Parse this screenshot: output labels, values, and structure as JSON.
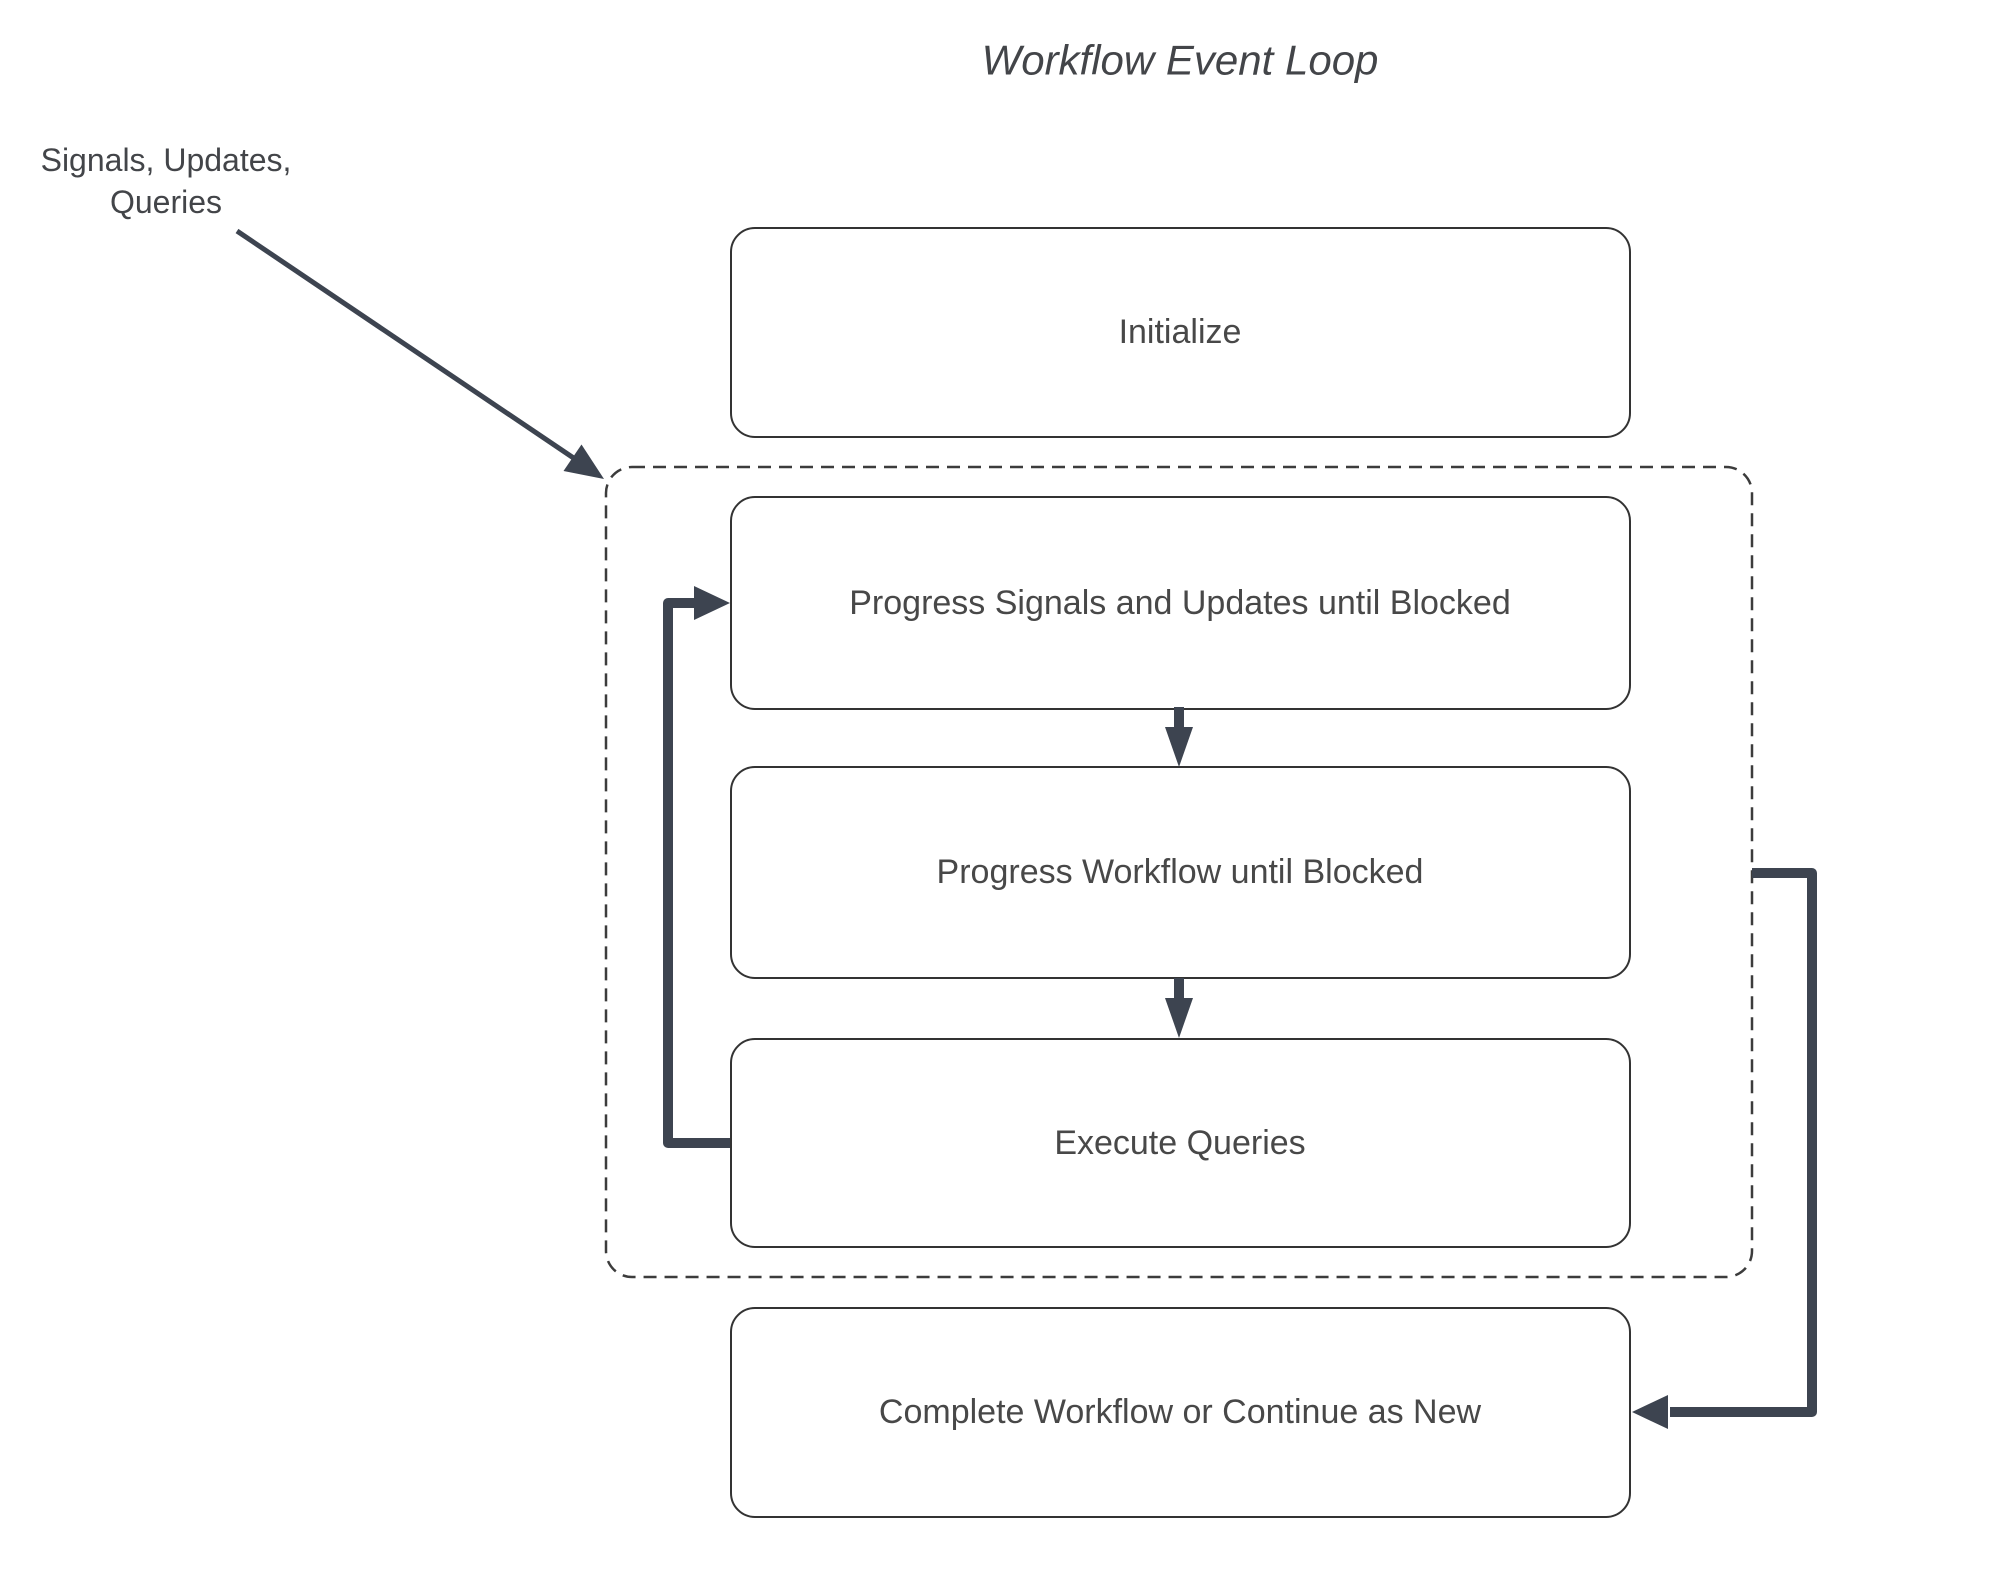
{
  "diagram": {
    "title": "Workflow Event Loop",
    "external_input": {
      "line1": "Signals, Updates,",
      "line2": "Queries"
    },
    "nodes": {
      "initialize": {
        "label": "Initialize"
      },
      "progress_signals": {
        "label": "Progress Signals and Updates until Blocked"
      },
      "progress_workflow": {
        "label": "Progress Workflow until Blocked"
      },
      "execute_queries": {
        "label": "Execute Queries"
      },
      "complete": {
        "label": "Complete Workflow or Continue as New"
      }
    },
    "colors": {
      "background": "#ffffff",
      "connector": "#3d4450",
      "box_border": "#333333",
      "dashed_border": "#3c3c3c",
      "text": "#474849"
    }
  }
}
